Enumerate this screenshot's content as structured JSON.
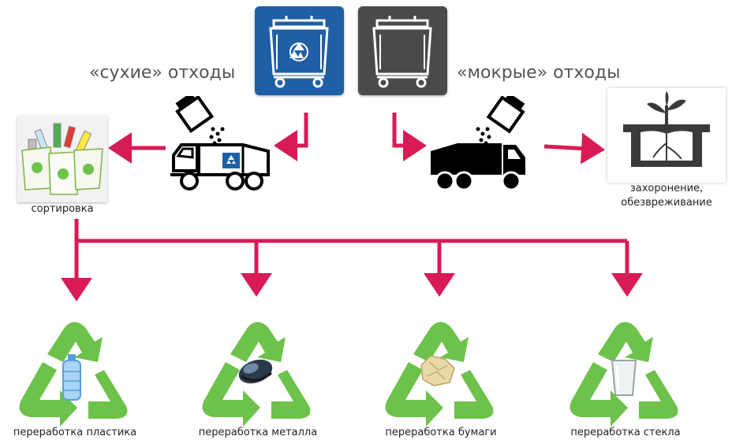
{
  "labels": {
    "dry_waste": "«сухие» отходы",
    "wet_waste": "«мокрые» отходы",
    "sorting": "сортировка",
    "burial_line1": "захоронение,",
    "burial_line2": "обезвреживание"
  },
  "recycling": [
    {
      "label": "переработка пластика",
      "material_icon": "plastic-bottle-icon"
    },
    {
      "label": "переработка металла",
      "material_icon": "metal-can-icon"
    },
    {
      "label": "переработка бумаги",
      "material_icon": "crumpled-paper-icon"
    },
    {
      "label": "переработка стекла",
      "material_icon": "glass-cup-icon"
    }
  ],
  "colors": {
    "arrow": "#d81b55",
    "recycle_green": "#6cc24a",
    "dry_bin_bg": "#1f5fa6",
    "wet_bin_bg": "#4a4a4a",
    "label_text": "#555555"
  },
  "icons": {
    "dry_bin": "blue-container-icon",
    "wet_bin": "gray-container-icon",
    "dry_truck": "garbage-truck-icon",
    "wet_truck": "garbage-truck-icon",
    "sorting": "sorted-bins-icon",
    "burial": "landfill-plant-icon"
  }
}
